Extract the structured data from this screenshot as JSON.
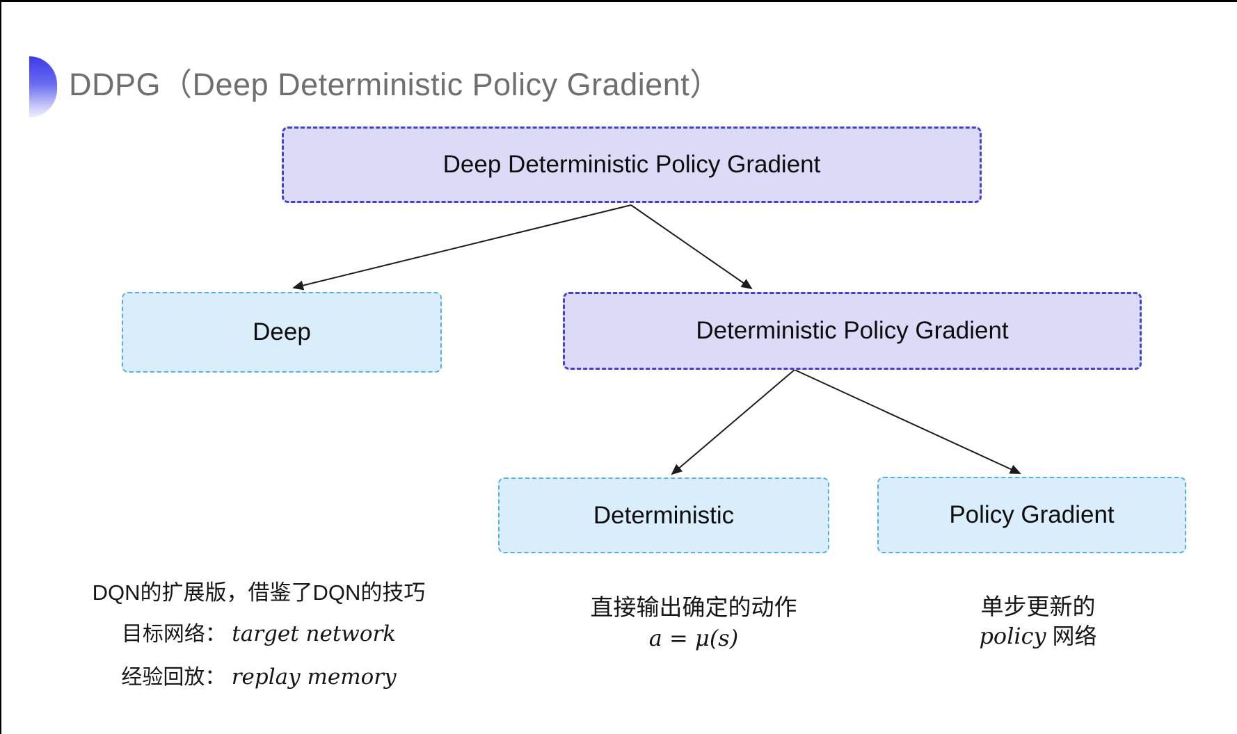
{
  "title": {
    "text": "DDPG（Deep Deterministic Policy Gradient）"
  },
  "colors": {
    "title_gray": "#6f6f6f",
    "bullet_blue_top": "#3b3be8",
    "bullet_blue_bottom": "#f1f1ff",
    "lavender_fill": "#dbdaf7",
    "lavender_border": "#4140cf",
    "cyan_fill": "#d9edfa",
    "cyan_border": "#54aede",
    "arrow_black": "#1c1c1c"
  },
  "diagram": {
    "nodes": [
      {
        "id": "ddpg",
        "label": "Deep Deterministic Policy Gradient",
        "style": "lavender"
      },
      {
        "id": "deep",
        "label": "Deep",
        "style": "cyan"
      },
      {
        "id": "dpg",
        "label": "Deterministic Policy Gradient",
        "style": "lavender"
      },
      {
        "id": "deterministic",
        "label": "Deterministic",
        "style": "cyan"
      },
      {
        "id": "policy-gradient",
        "label": "Policy Gradient",
        "style": "cyan"
      }
    ],
    "edges": [
      {
        "from": "ddpg",
        "to": "deep"
      },
      {
        "from": "ddpg",
        "to": "dpg"
      },
      {
        "from": "dpg",
        "to": "deterministic"
      },
      {
        "from": "dpg",
        "to": "policy-gradient"
      }
    ]
  },
  "notes": {
    "deep": {
      "line1": "DQN的扩展版，借鉴了DQN的技巧",
      "line2_label": "目标网络：",
      "line2_term": "target network",
      "line3_label": "经验回放：",
      "line3_term": "replay memory"
    },
    "deterministic": {
      "line1": "直接输出确定的动作",
      "line2": "a = μ(s)"
    },
    "policy_gradient": {
      "line1": "单步更新的",
      "line2_term": "policy",
      "line2_suffix": " 网络"
    }
  }
}
